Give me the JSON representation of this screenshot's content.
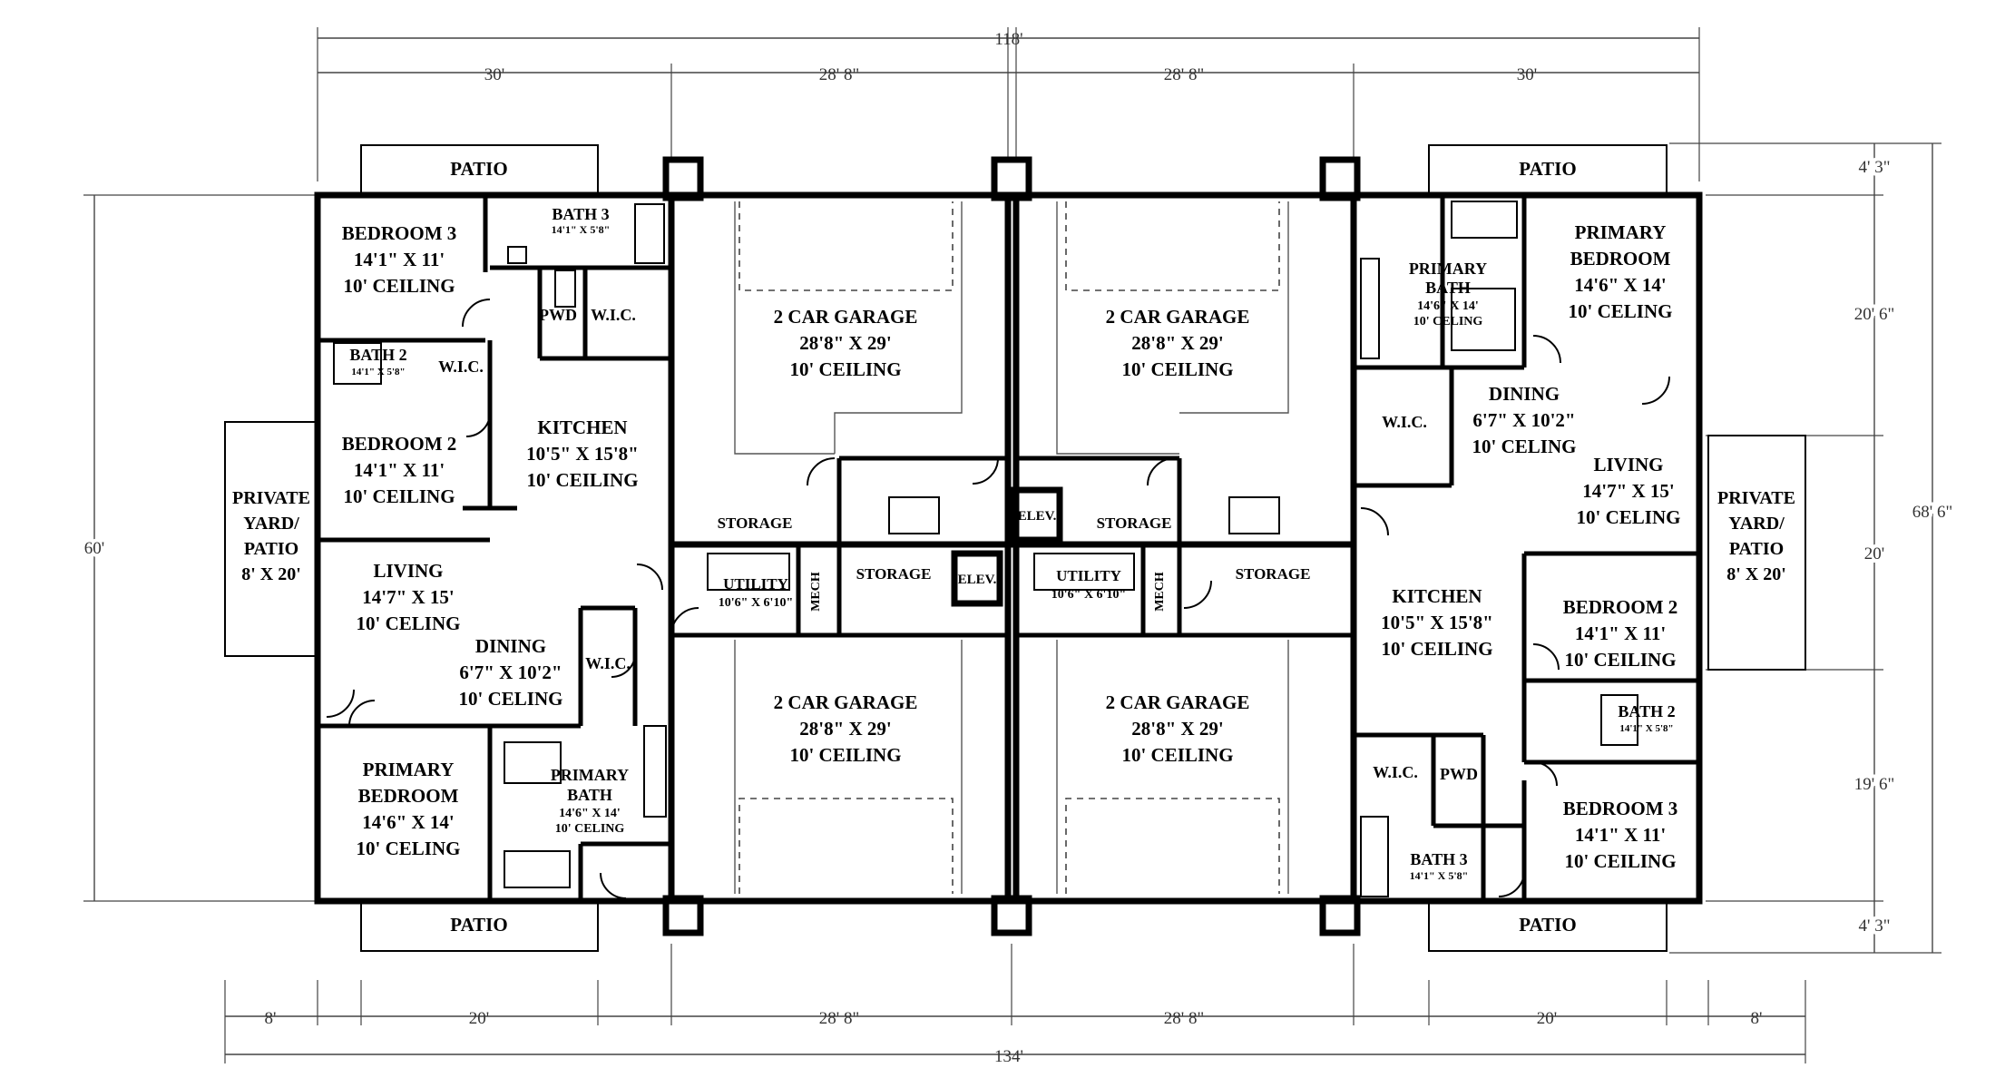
{
  "dimensions": {
    "top_total": "118'",
    "top_segments": [
      "30'",
      "28' 8\"",
      "28' 8\"",
      "30'"
    ],
    "bottom_segments": [
      "8'",
      "20'",
      "28' 8\"",
      "28' 8\"",
      "20'",
      "8'"
    ],
    "bottom_total": "134'",
    "left_height": "60'",
    "right_segments": [
      "4' 3\"",
      "20' 6\"",
      "20'",
      "19' 6\"",
      "4' 3\""
    ],
    "right_total": "68' 6\""
  },
  "rooms": {
    "patio": "PATIO",
    "bedroom3": [
      "BEDROOM 3",
      "14'1\" X 11'",
      "10' CEILING"
    ],
    "bath3": [
      "BATH 3",
      "14'1\" X 5'8\""
    ],
    "pwd": "PWD",
    "wic": "W.I.C.",
    "bath2": [
      "BATH 2",
      "14'1\" X 5'8\""
    ],
    "bedroom2": [
      "BEDROOM 2",
      "14'1\" X 11'",
      "10' CEILING"
    ],
    "kitchen": [
      "KITCHEN",
      "10'5\" X 15'8\"",
      "10' CEILING"
    ],
    "private_yard": [
      "PRIVATE",
      "YARD/",
      "PATIO",
      "8' X 20'"
    ],
    "living": [
      "LIVING",
      "14'7\" X 15'",
      "10' CELING"
    ],
    "dining": [
      "DINING",
      "6'7\" X 10'2\"",
      "10' CELING"
    ],
    "primary_bedroom": [
      "PRIMARY",
      "BEDROOM",
      "14'6\" X 14'",
      "10' CELING"
    ],
    "primary_bath": [
      "PRIMARY",
      "BATH",
      "14'6\" X 14'",
      "10' CELING"
    ],
    "garage": [
      "2 CAR GARAGE",
      "28'8\" X 29'",
      "10' CEILING"
    ],
    "storage": "STORAGE",
    "utility": [
      "UTILITY",
      "10'6\" X 6'10\""
    ],
    "mech": "MECH",
    "elev": "ELEV."
  }
}
